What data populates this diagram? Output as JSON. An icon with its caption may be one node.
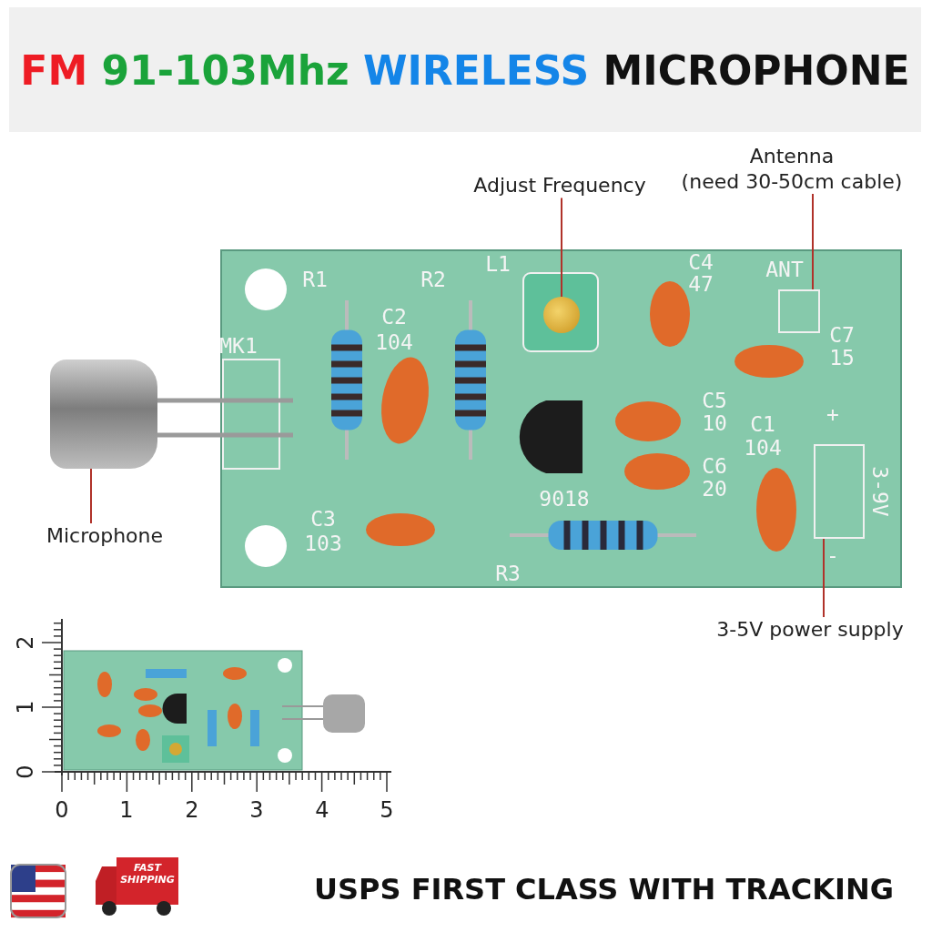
{
  "diagram": {
    "title": "FM 91-103Mhz WIRELESS MICROPHONE",
    "nodes": [
      {
        "text": [
          "Adjust Frequency"
        ]
      },
      {
        "text": [
          "Antenna",
          "(need 30-50cm cable)"
        ]
      },
      {
        "text": [
          "Microphone"
        ]
      },
      {
        "text": [
          "3-5V power supply"
        ]
      },
      {
        "text": [],
        "shape": "circle"
      },
      {
        "text": [],
        "shape": "box"
      },
      {
        "text": [],
        "shape": "cylinder"
      },
      {
        "text": [],
        "shape": "box",
        "beside": [
          "3-9V"
        ]
      }
    ],
    "edges": [
      {
        "from": 0,
        "to": 4,
        "arrow": "none"
      },
      {
        "from": 1,
        "to": 5,
        "arrow": "none"
      },
      {
        "from": 2,
        "to": 6,
        "arrow": "none"
      },
      {
        "from": 3,
        "to": 7,
        "arrow": "none"
      }
    ],
    "labels": [
      "R1",
      "R2",
      "L1",
      "C4",
      "47",
      "ANT",
      "MK1",
      "C2",
      "104",
      "C7",
      "15",
      "C5",
      "10",
      "C1",
      "104",
      "C6",
      "20",
      "+",
      "9018",
      "C3",
      "103",
      "R3",
      "-",
      "2",
      "1",
      "0",
      "0",
      "1",
      "2",
      "3",
      "4",
      "5",
      "FAST SHIPPING",
      "USPS FIRST CLASS WITH TRACKING"
    ]
  }
}
